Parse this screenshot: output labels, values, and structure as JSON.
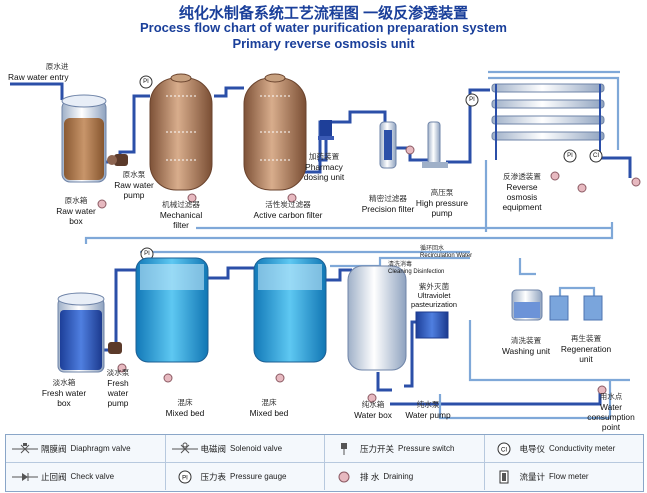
{
  "title": {
    "chinese": "纯化水制备系统工艺流程图 一级反渗透装置",
    "english_1": "Process flow chart of water purification preparation system",
    "english_2": "Primary reverse osmosis unit"
  },
  "labels": {
    "raw_water_entry": {
      "cn": "原水进",
      "en": "Raw water entry"
    },
    "raw_water_box": {
      "cn": "原水箱",
      "en1": "Raw water",
      "en2": "box"
    },
    "raw_water_pump": {
      "cn": "原水泵",
      "en1": "Raw water",
      "en2": "pump"
    },
    "mechanical_filter": {
      "cn": "机械过滤器",
      "en1": "Mechanical",
      "en2": "filter"
    },
    "active_carbon_filter": {
      "cn": "活性炭过滤器",
      "en": "Active carbon filter"
    },
    "pharmacy_dosing": {
      "cn": "加药装置",
      "en1": "Pharmacy",
      "en2": "dosing unit"
    },
    "precision_filter": {
      "cn": "精密过滤器",
      "en": "Precision filter"
    },
    "high_pressure_pump": {
      "cn": "高压泵",
      "en1": "High pressure",
      "en2": "pump"
    },
    "ro_equipment": {
      "cn": "反渗透装置",
      "en1": "Reverse",
      "en2": "osmosis",
      "en3": "equipment"
    },
    "recirculation_water": {
      "cn": "循环回水",
      "en": "Recirculation Water"
    },
    "cleaning_disinfection": {
      "cn": "清洗消毒",
      "en": "Cleaning Disinfection"
    },
    "uv_pasteurization": {
      "cn": "紫外灭菌",
      "en1": "Ultraviolet",
      "en2": "pasteurization"
    },
    "washing_unit": {
      "cn": "清洗装置",
      "en": "Washing unit"
    },
    "regeneration_unit": {
      "cn": "再生装置",
      "en1": "Regeneration",
      "en2": "unit"
    },
    "fresh_water_box": {
      "cn": "淡水箱",
      "en1": "Fresh water",
      "en2": "box"
    },
    "fresh_water_pump": {
      "cn": "淡水泵",
      "en1": "Fresh",
      "en2": "water",
      "en3": "pump"
    },
    "mixed_bed_1": {
      "cn": "混床",
      "en": "Mixed bed"
    },
    "mixed_bed_2": {
      "cn": "混床",
      "en": "Mixed bed"
    },
    "water_box": {
      "cn": "纯水箱",
      "en": "Water box"
    },
    "water_pump": {
      "cn": "纯水泵",
      "en": "Water pump"
    },
    "consumption_point": {
      "cn": "用水点",
      "en1": "Water",
      "en2": "consumption",
      "en3": "point"
    },
    "gauge_symbol": "PI",
    "conductivity_symbol": "CI"
  },
  "legend": [
    {
      "icon": "diaphragm-valve-icon",
      "cn": "隔膜阀",
      "en": "Diaphragm valve"
    },
    {
      "icon": "solenoid-valve-icon",
      "cn": "电磁阀",
      "en": "Solenoid valve"
    },
    {
      "icon": "pressure-switch-icon",
      "cn": "压力开关",
      "en": "Pressure switch"
    },
    {
      "icon": "conductivity-meter-icon",
      "cn": "电导仪",
      "en": "Conductivity meter",
      "symbol": "CI"
    },
    {
      "icon": "check-valve-icon",
      "cn": "止回阀",
      "en": "Check valve"
    },
    {
      "icon": "pressure-gauge-icon",
      "cn": "压力表",
      "en": "Pressure gauge",
      "symbol": "PI"
    },
    {
      "icon": "drain-icon",
      "cn": "排 水",
      "en": "Draining"
    },
    {
      "icon": "flow-meter-icon",
      "cn": "流量计",
      "en": "Flow meter"
    }
  ],
  "colors": {
    "pipe": "#2b4fa8",
    "pipe_light": "#7fa8d8",
    "filter_body": "#a8775a",
    "raw_water_fill": "#b07e52",
    "fresh_water_fill": "#2f5ec4",
    "tank_shell": "#c9d6e8",
    "resin": "#1e9bd6"
  }
}
